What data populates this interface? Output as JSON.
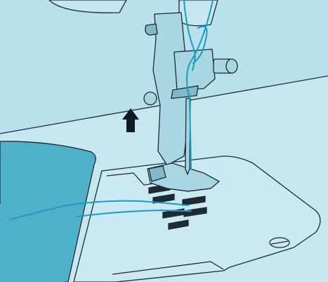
{
  "illustration": {
    "colors": {
      "background": "#b9e1ec",
      "machine_bed": "#c6e7f0",
      "throat_plate": "#cbe9f2",
      "fabric": "#4fb0c9",
      "fabric_shadow": "#3e9fb9",
      "metal": "#a9d6e3",
      "metal_dark": "#7fb9ca",
      "outline": "#1d2b33",
      "thread": "#1a9cc4",
      "arrow": "#0f1a22"
    },
    "arrow_direction": "up",
    "icons": [
      "presser-foot",
      "needle",
      "throat-plate",
      "feed-dogs",
      "up-arrow-icon",
      "screw",
      "fabric",
      "thread"
    ]
  }
}
